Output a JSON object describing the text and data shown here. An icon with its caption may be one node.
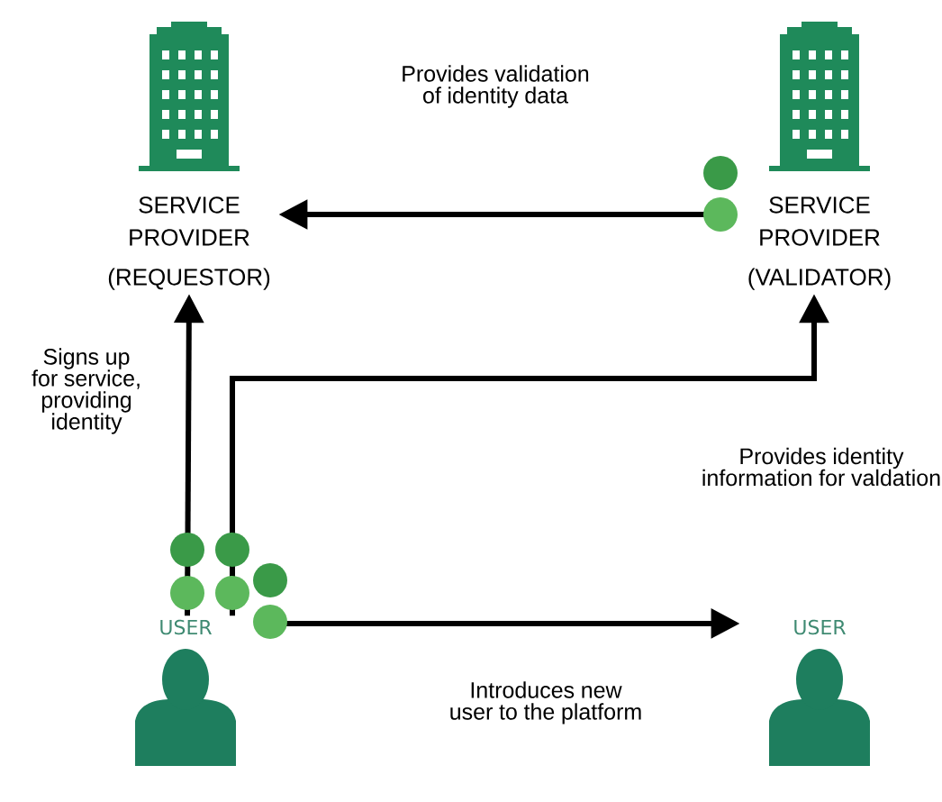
{
  "diagram": {
    "nodes": [
      {
        "text": [
          "SERVICE PROVIDER",
          "(REQUESTOR)"
        ]
      },
      {
        "text": [
          "SERVICE PROVIDER",
          "(VALIDATOR)"
        ]
      },
      {
        "text": [
          "USER"
        ]
      },
      {
        "text": [
          "USER"
        ]
      }
    ],
    "edges": [
      {
        "from": 1,
        "to": 0,
        "arrow": "to",
        "label": "Provides validation of identity data"
      },
      {
        "from": 2,
        "to": 0,
        "arrow": "to",
        "label": "Signs up for service, providing identity"
      },
      {
        "from": 2,
        "to": 1,
        "arrow": "to",
        "label": "Provides identity information for valdation"
      },
      {
        "from": 2,
        "to": 3,
        "arrow": "to",
        "label": "Introduces new user to the platform"
      }
    ]
  }
}
